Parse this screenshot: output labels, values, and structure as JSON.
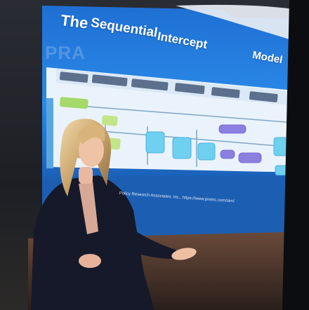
{
  "slide": {
    "title_words": [
      "The",
      "Sequential",
      "Intercept",
      "Model"
    ],
    "logo_text": "PRA",
    "footer_text": "Policy Research Associates, Inc., https://www.prainc.com/sim/",
    "colors": {
      "slide_blue": "#1e6fd0",
      "diagram_panel": "#eaf3fb",
      "crisis_box": "#a6d86a",
      "node_blue": "#6fd0f0",
      "node_purple": "#8b7fe0"
    }
  },
  "scene": {
    "presenter": "woman-in-dark-blazer"
  }
}
